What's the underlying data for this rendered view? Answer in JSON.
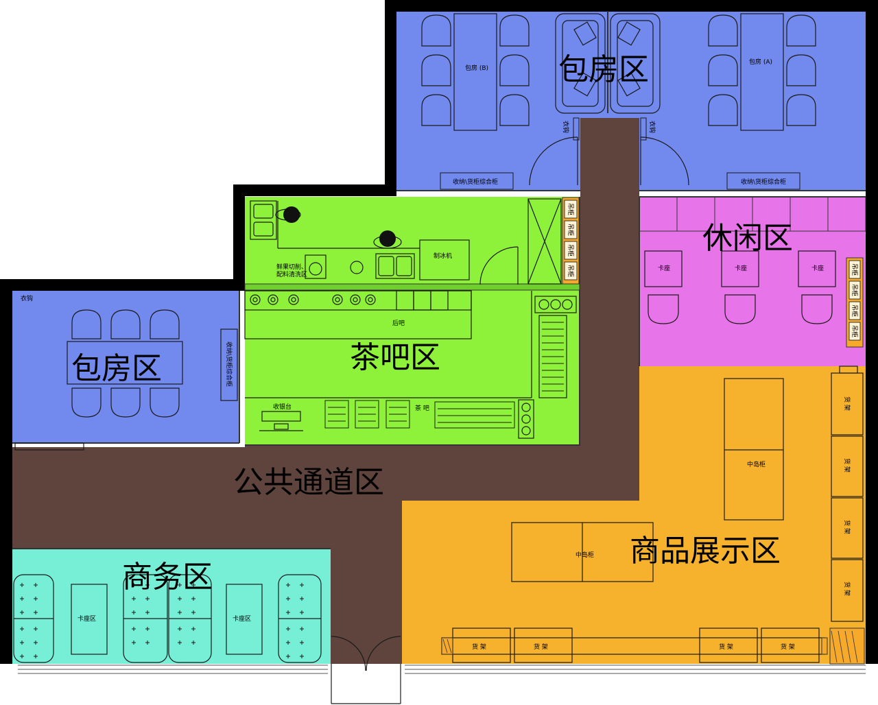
{
  "zones": {
    "private_room_top": "包房区",
    "leisure": "休闲区",
    "private_room_left": "包房区",
    "tea_bar": "茶吧区",
    "corridor": "公共通道区",
    "business": "商务区",
    "display": "商品展示区"
  },
  "labels": {
    "room_b": "包房 (B)",
    "room_a": "包房 (A)",
    "storage_cabinet": "收纳\\货柜综合柜",
    "storage_cabinet_vertical": "收纳\\货柜综合柜",
    "coat_hook": "衣钩",
    "ice_maker": "制冰机",
    "fruit_wash": "鲜果切削、",
    "fruit_wash_2": "配料清洗区",
    "back_bar": "后吧",
    "cashier": "收银台",
    "tea_bar_counter": "茶 吧",
    "hanging_cabinet": "吊柜",
    "booth": "卡座",
    "island_cabinet": "中岛柜",
    "shelf": "货 架",
    "booth_area": "卡座区"
  },
  "colors": {
    "private_room": "#7289ee",
    "leisure": "#e874ea",
    "tea_bar": "#8ef23a",
    "corridor": "#5e443c",
    "business": "#77eed6",
    "display": "#f6b22c",
    "wall": "#000000",
    "hanging_cabinet": "#f6a92a"
  }
}
